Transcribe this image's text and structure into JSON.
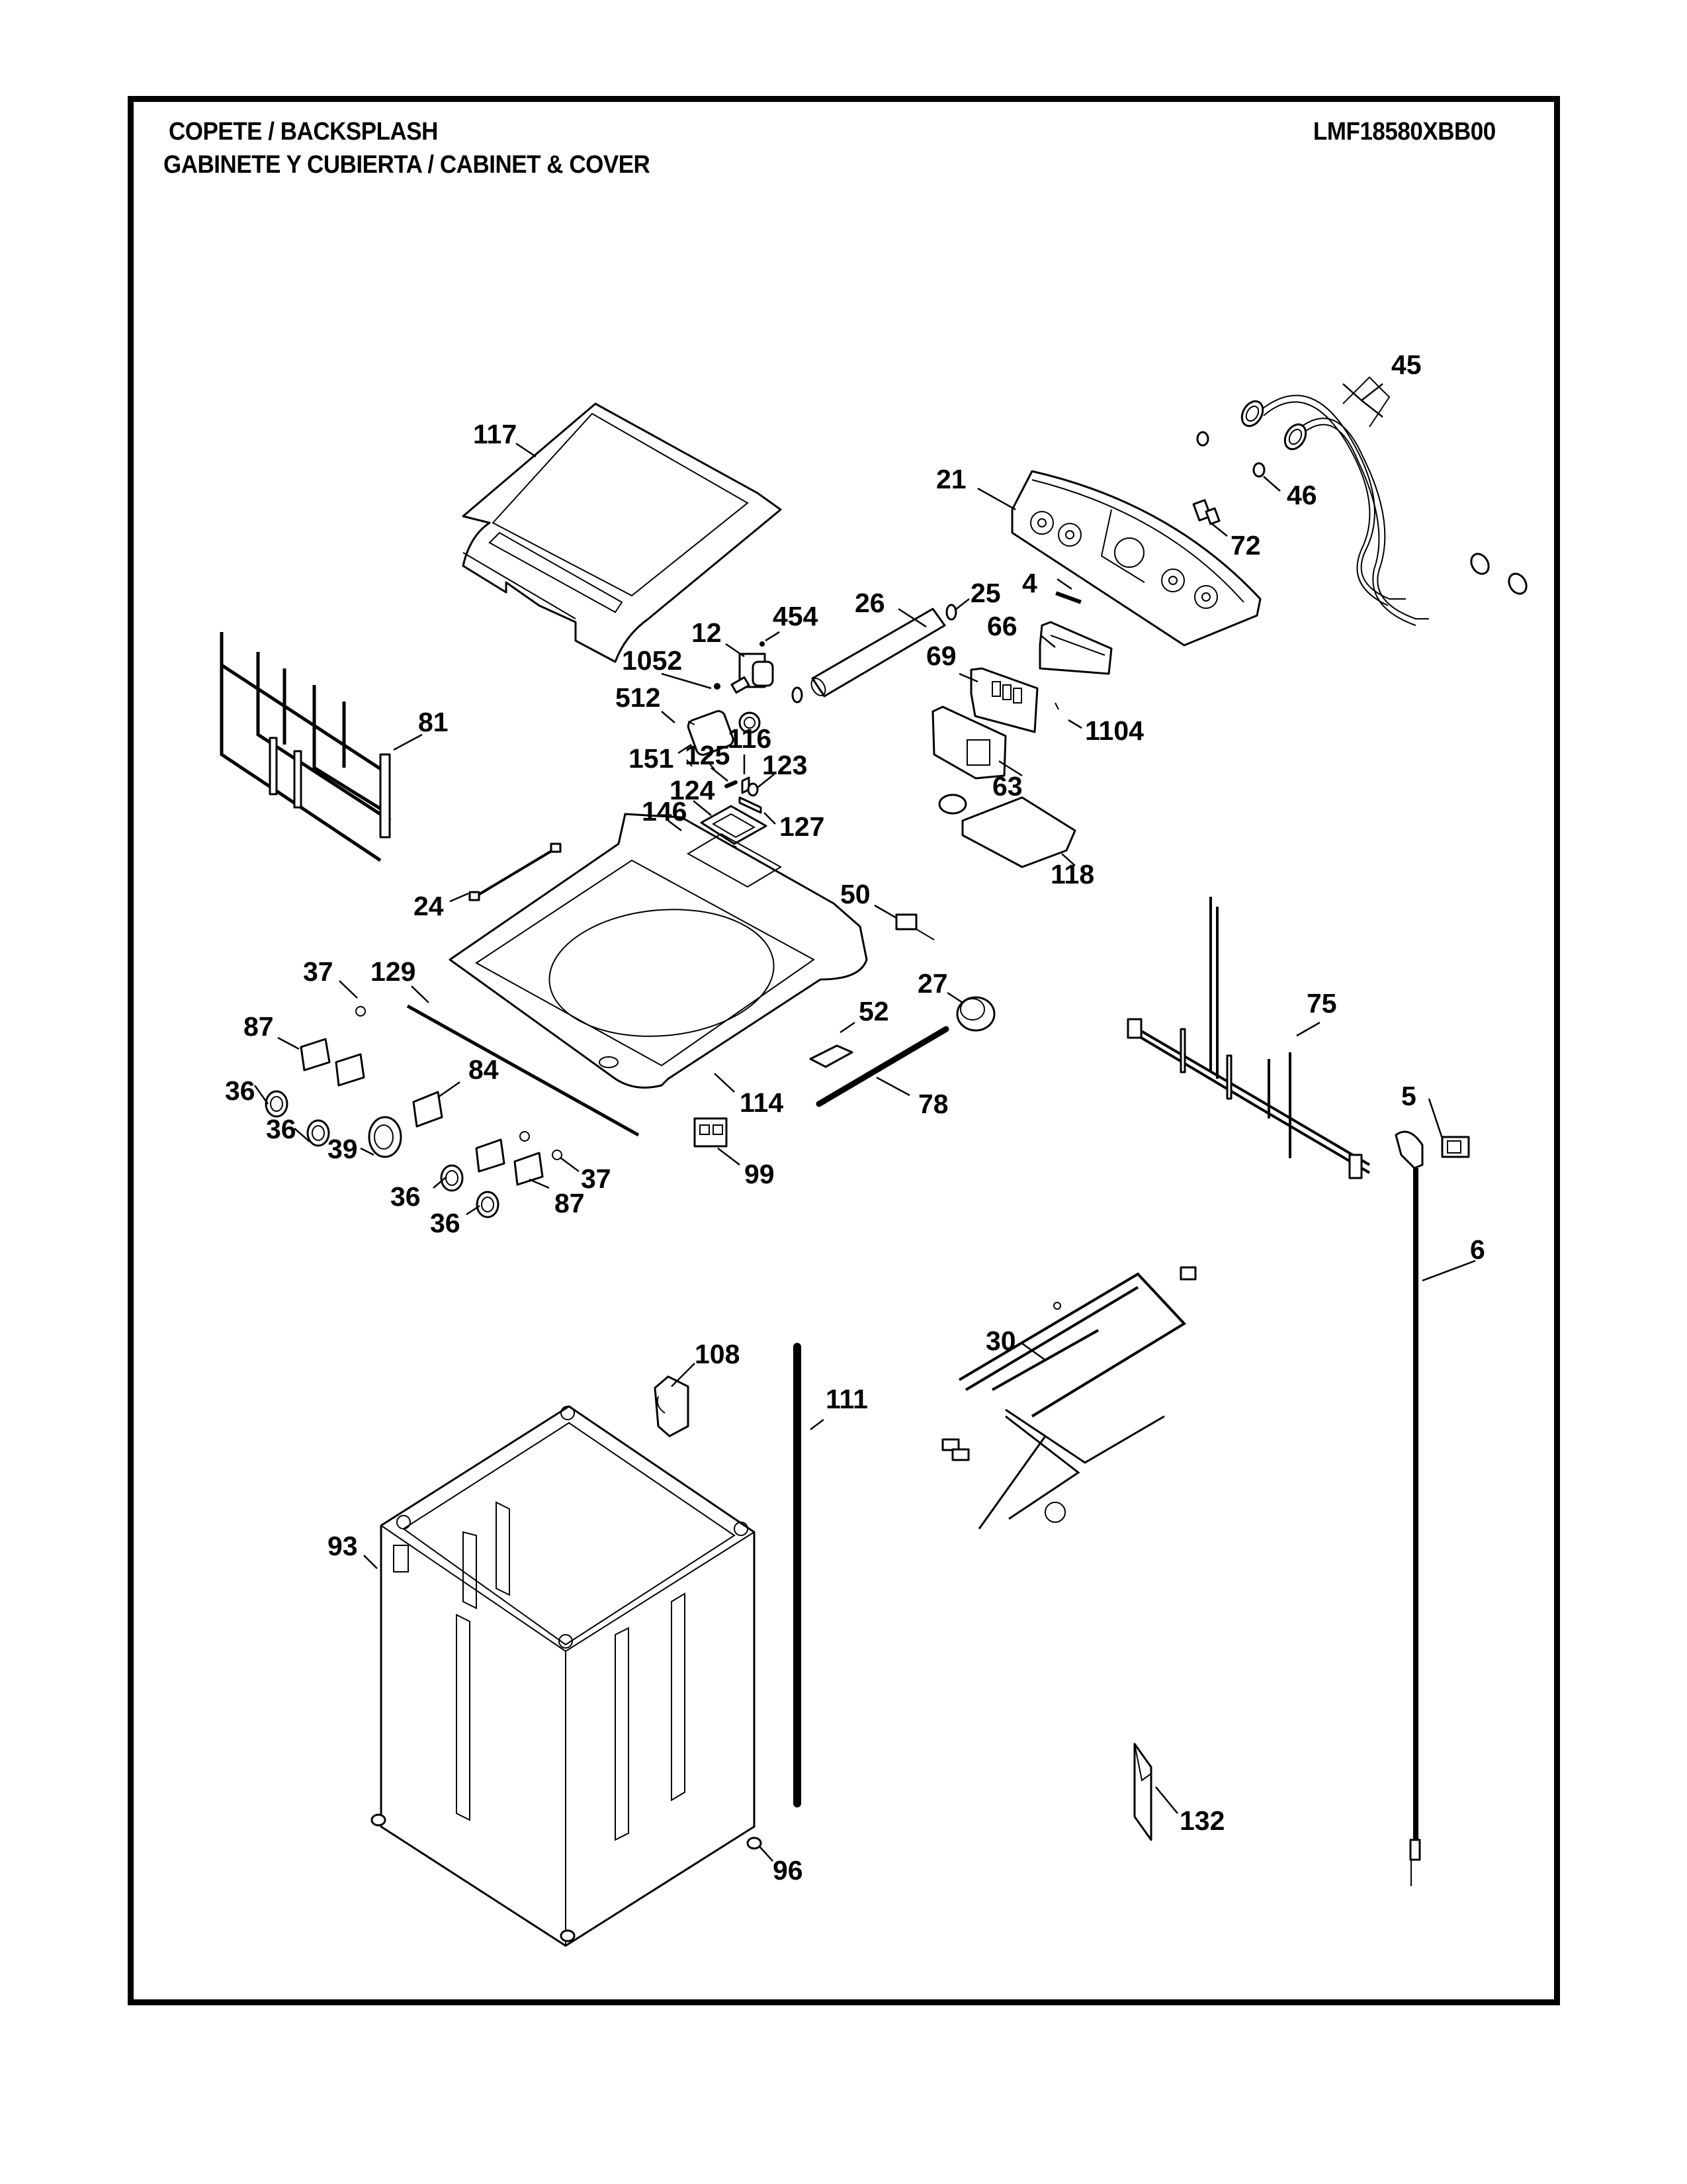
{
  "header": {
    "title_line1": "COPETE / BACKSPLASH",
    "title_line2": "GABINETE Y CUBIERTA / CABINET & COVER",
    "model_number": "LMF18580XBB00"
  },
  "callouts": [
    {
      "id": "c45",
      "label": "45",
      "part": "inlet-hoses"
    },
    {
      "id": "c117",
      "label": "117",
      "part": "lid"
    },
    {
      "id": "c21",
      "label": "21",
      "part": "backsplash-console"
    },
    {
      "id": "c46",
      "label": "46",
      "part": "hose-washer"
    },
    {
      "id": "c72",
      "label": "72",
      "part": "console-connector"
    },
    {
      "id": "c26",
      "label": "26",
      "part": "hose-tube"
    },
    {
      "id": "c25",
      "label": "25",
      "part": "hose-clamp"
    },
    {
      "id": "c4",
      "label": "4",
      "part": "badge"
    },
    {
      "id": "c12",
      "label": "12",
      "part": "inlet-valve"
    },
    {
      "id": "c454",
      "label": "454",
      "part": "screw"
    },
    {
      "id": "c66",
      "label": "66",
      "part": "bracket"
    },
    {
      "id": "c1052",
      "label": "1052",
      "part": "clamp"
    },
    {
      "id": "c69",
      "label": "69",
      "part": "control-board"
    },
    {
      "id": "c512",
      "label": "512",
      "part": "screw"
    },
    {
      "id": "c81",
      "label": "81",
      "part": "wire-harness-console"
    },
    {
      "id": "c1104",
      "label": "1104",
      "part": "screw"
    },
    {
      "id": "c116",
      "label": "116",
      "part": "clip"
    },
    {
      "id": "c151",
      "label": "151",
      "part": "water-valve"
    },
    {
      "id": "c125",
      "label": "125",
      "part": "pin"
    },
    {
      "id": "c123",
      "label": "123",
      "part": "clip"
    },
    {
      "id": "c63",
      "label": "63",
      "part": "board-cover"
    },
    {
      "id": "c124",
      "label": "124",
      "part": "dispenser"
    },
    {
      "id": "c146",
      "label": "146",
      "part": "dispenser-panel"
    },
    {
      "id": "c127",
      "label": "127",
      "part": "hinge"
    },
    {
      "id": "c118",
      "label": "118",
      "part": "motor-board"
    },
    {
      "id": "c24",
      "label": "24",
      "part": "wire-jumper"
    },
    {
      "id": "c50",
      "label": "50",
      "part": "lid-switch"
    },
    {
      "id": "c37a",
      "label": "37",
      "part": "clip"
    },
    {
      "id": "c129",
      "label": "129",
      "part": "gasket"
    },
    {
      "id": "c27",
      "label": "27",
      "part": "pressure-switch"
    },
    {
      "id": "c75",
      "label": "75",
      "part": "wire-harness-main"
    },
    {
      "id": "c87a",
      "label": "87",
      "part": "switch"
    },
    {
      "id": "c52",
      "label": "52",
      "part": "bracket"
    },
    {
      "id": "c84",
      "label": "84",
      "part": "switch"
    },
    {
      "id": "c36a",
      "label": "36",
      "part": "knob"
    },
    {
      "id": "c114",
      "label": "114",
      "part": "top-cover"
    },
    {
      "id": "c78",
      "label": "78",
      "part": "pressure-hose"
    },
    {
      "id": "c5",
      "label": "5",
      "part": "strain-relief"
    },
    {
      "id": "c36b",
      "label": "36",
      "part": "knob"
    },
    {
      "id": "c39",
      "label": "39",
      "part": "knob-large"
    },
    {
      "id": "c37b",
      "label": "37",
      "part": "clip"
    },
    {
      "id": "c99",
      "label": "99",
      "part": "terminal-block"
    },
    {
      "id": "c36c",
      "label": "36",
      "part": "knob"
    },
    {
      "id": "c87b",
      "label": "87",
      "part": "switch"
    },
    {
      "id": "c36d",
      "label": "36",
      "part": "knob"
    },
    {
      "id": "c6",
      "label": "6",
      "part": "power-cord"
    },
    {
      "id": "c108",
      "label": "108",
      "part": "corner-bracket"
    },
    {
      "id": "c30",
      "label": "30",
      "part": "wire-harness-lower"
    },
    {
      "id": "c111",
      "label": "111",
      "part": "rod"
    },
    {
      "id": "c93",
      "label": "93",
      "part": "cabinet"
    },
    {
      "id": "c132",
      "label": "132",
      "part": "literature"
    },
    {
      "id": "c96",
      "label": "96",
      "part": "leveling-leg"
    }
  ]
}
